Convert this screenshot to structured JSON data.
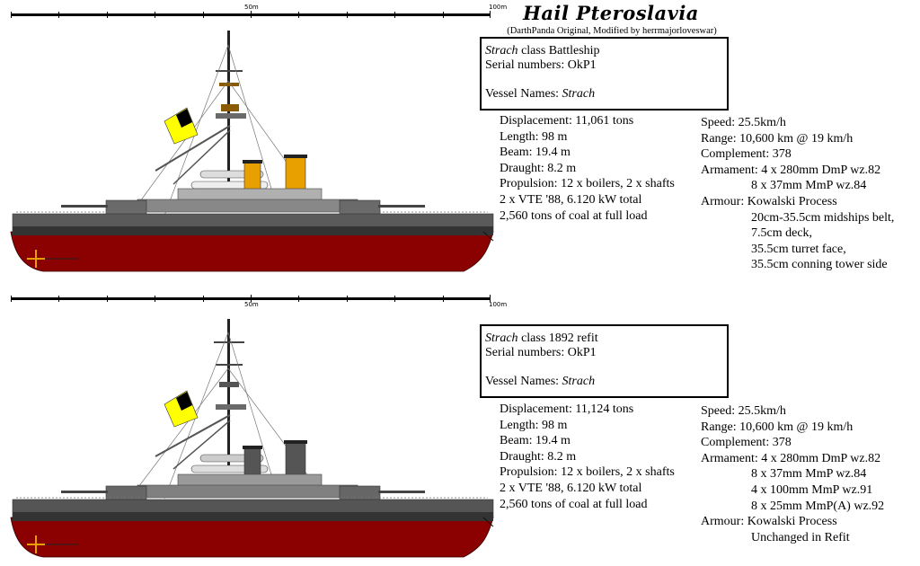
{
  "header": {
    "title": "Hail Pteroslavia",
    "credit": "(DarthPanda Original, Modified by herrmajorloveswar)"
  },
  "scale": {
    "mid": "50m",
    "end": "100m"
  },
  "colors": {
    "hull_red": "#8b0000",
    "hull_grey": "#5a5a5a",
    "funnel": "#e8a000",
    "flag_yellow": "#ffff00"
  },
  "ship1": {
    "box": {
      "class_name": "Strach",
      "class_suffix": " class Battleship",
      "serial": "Serial numbers: OkP1",
      "names_label": "Vessel Names: ",
      "names_value": "Strach"
    },
    "left": [
      "Displacement: 11,061 tons",
      "Length: 98 m",
      "Beam: 19.4 m",
      "Draught: 8.2 m",
      "Propulsion: 12 x boilers, 2 x shafts",
      "2 x VTE '88, 6.120 kW total",
      "2,560 tons of coal at full load"
    ],
    "right": [
      "Speed: 25.5km/h",
      "Range: 10,600 km @ 19 km/h",
      "Complement: 378",
      "Armament: 4 x 280mm DmP wz.82",
      "8 x 37mm  MmP wz.84",
      "Armour: Kowalski Process",
      "20cm-35.5cm midships belt,",
      "7.5cm deck,",
      "35.5cm turret face,",
      "35.5cm conning tower side"
    ]
  },
  "ship2": {
    "box": {
      "class_name": "Strach",
      "class_suffix": " class 1892 refit",
      "serial": "Serial numbers: OkP1",
      "names_label": "Vessel Names: ",
      "names_value": "Strach"
    },
    "left": [
      "Displacement: 11,124 tons",
      "Length: 98 m",
      "Beam: 19.4 m",
      "Draught: 8.2 m",
      "Propulsion: 12 x boilers, 2 x shafts",
      "2 x VTE '88, 6.120 kW total",
      "2,560 tons of coal at full load"
    ],
    "right": [
      "Speed: 25.5km/h",
      "Range: 10,600 km @ 19 km/h",
      "Complement: 378",
      "Armament: 4 x 280mm DmP wz.82",
      "8 x 37mm  MmP wz.84",
      "4 x 100mm MmP wz.91",
      "8 x 25mm MmP(A) wz.92",
      "Armour: Kowalski Process",
      "Unchanged in Refit"
    ]
  }
}
